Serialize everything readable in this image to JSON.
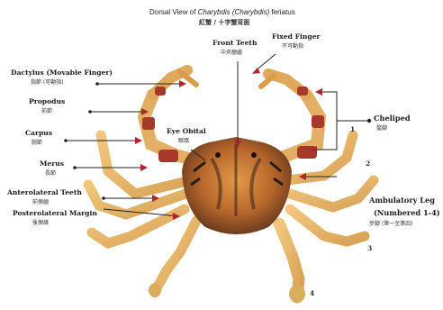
{
  "title": {
    "prefix": "Dorsal View of ",
    "genus": "Charybdis (Charybdis)",
    "species": " feriatus"
  },
  "subtitle": "紅蟹 / 十字蟹背面",
  "labels": {
    "front_teeth": {
      "en": "Front Teeth",
      "zh": "中央額齒"
    },
    "fixed_finger": {
      "en": "Fixed Finger",
      "zh": "不可動指"
    },
    "dactylus": {
      "en": "Dactylus (Movable Finger)",
      "zh": "指節 (可動指)"
    },
    "propodus": {
      "en": "Propodus",
      "zh": "前節"
    },
    "carpus": {
      "en": "Carpus",
      "zh": "腕節"
    },
    "eye_orbital": {
      "en": "Eye Obital",
      "zh": "眼窩"
    },
    "merus": {
      "en": "Merus",
      "zh": "長節"
    },
    "anterolateral": {
      "en": "Anterolateral Teeth",
      "zh": "前側齒"
    },
    "posterolateral": {
      "en": "Posterolateral Margin",
      "zh": "後側緣"
    },
    "cheliped": {
      "en": "Cheliped",
      "zh": "螯腳"
    },
    "ambulatory": {
      "en1": "Ambulatory Leg",
      "en2": "(Numbered 1-4)",
      "zh": "步腳 (第一至第四)"
    }
  },
  "leg_numbers": [
    "1",
    "2",
    "3",
    "4"
  ],
  "colors": {
    "pointer": "#222222",
    "arrowhead": "#b0232a",
    "shell_dark": "#3b2418",
    "shell_orange": "#c9782d",
    "leg": "#e8b466"
  }
}
